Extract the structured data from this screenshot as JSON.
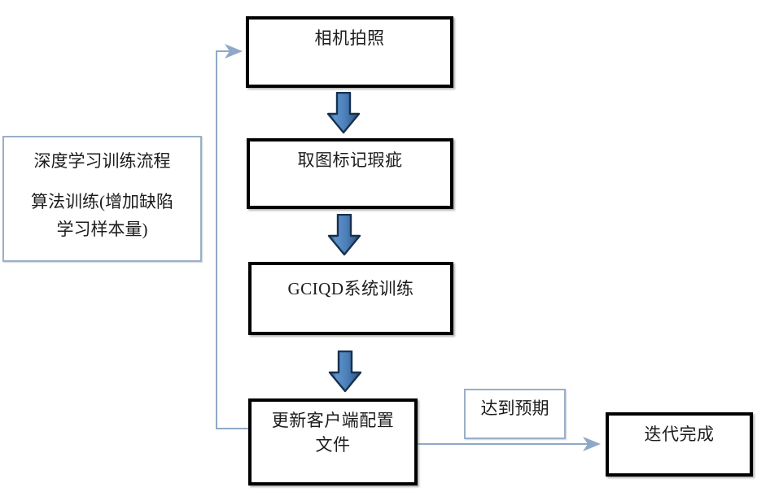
{
  "diagram": {
    "title": "深度学习训练流程",
    "nodes": [
      {
        "id": "capture",
        "label": "相机拍照",
        "kind": "process"
      },
      {
        "id": "mark",
        "label": "取图标记瑕疵",
        "kind": "process"
      },
      {
        "id": "train",
        "label": "GCIQD系统训练",
        "kind": "process"
      },
      {
        "id": "update",
        "label": "更新客户端配置\n文件",
        "kind": "process"
      },
      {
        "id": "done",
        "label": "迭代完成",
        "kind": "process"
      }
    ],
    "notes": [
      {
        "id": "flow-note",
        "line1": "深度学习训练流程",
        "line2": "算法训练(增加缺陷\n学习样本量)"
      },
      {
        "id": "edge-label",
        "label": "达到预期"
      }
    ],
    "edges": [
      {
        "from": "capture",
        "to": "mark",
        "style": "block-arrow",
        "label": ""
      },
      {
        "from": "mark",
        "to": "train",
        "style": "block-arrow",
        "label": ""
      },
      {
        "from": "train",
        "to": "update",
        "style": "block-arrow",
        "label": ""
      },
      {
        "from": "update",
        "to": "done",
        "style": "line-arrow",
        "label": "达到预期"
      },
      {
        "from": "update",
        "to": "capture",
        "style": "line-arrow",
        "label": ""
      }
    ],
    "colors": {
      "box_border": "#000000",
      "note_border": "#9aafc9",
      "connector": "#8fa8c8",
      "arrow_fill_light": "#5b8fc9",
      "arrow_fill_dark": "#1f3f63",
      "background": "#ffffff"
    }
  }
}
